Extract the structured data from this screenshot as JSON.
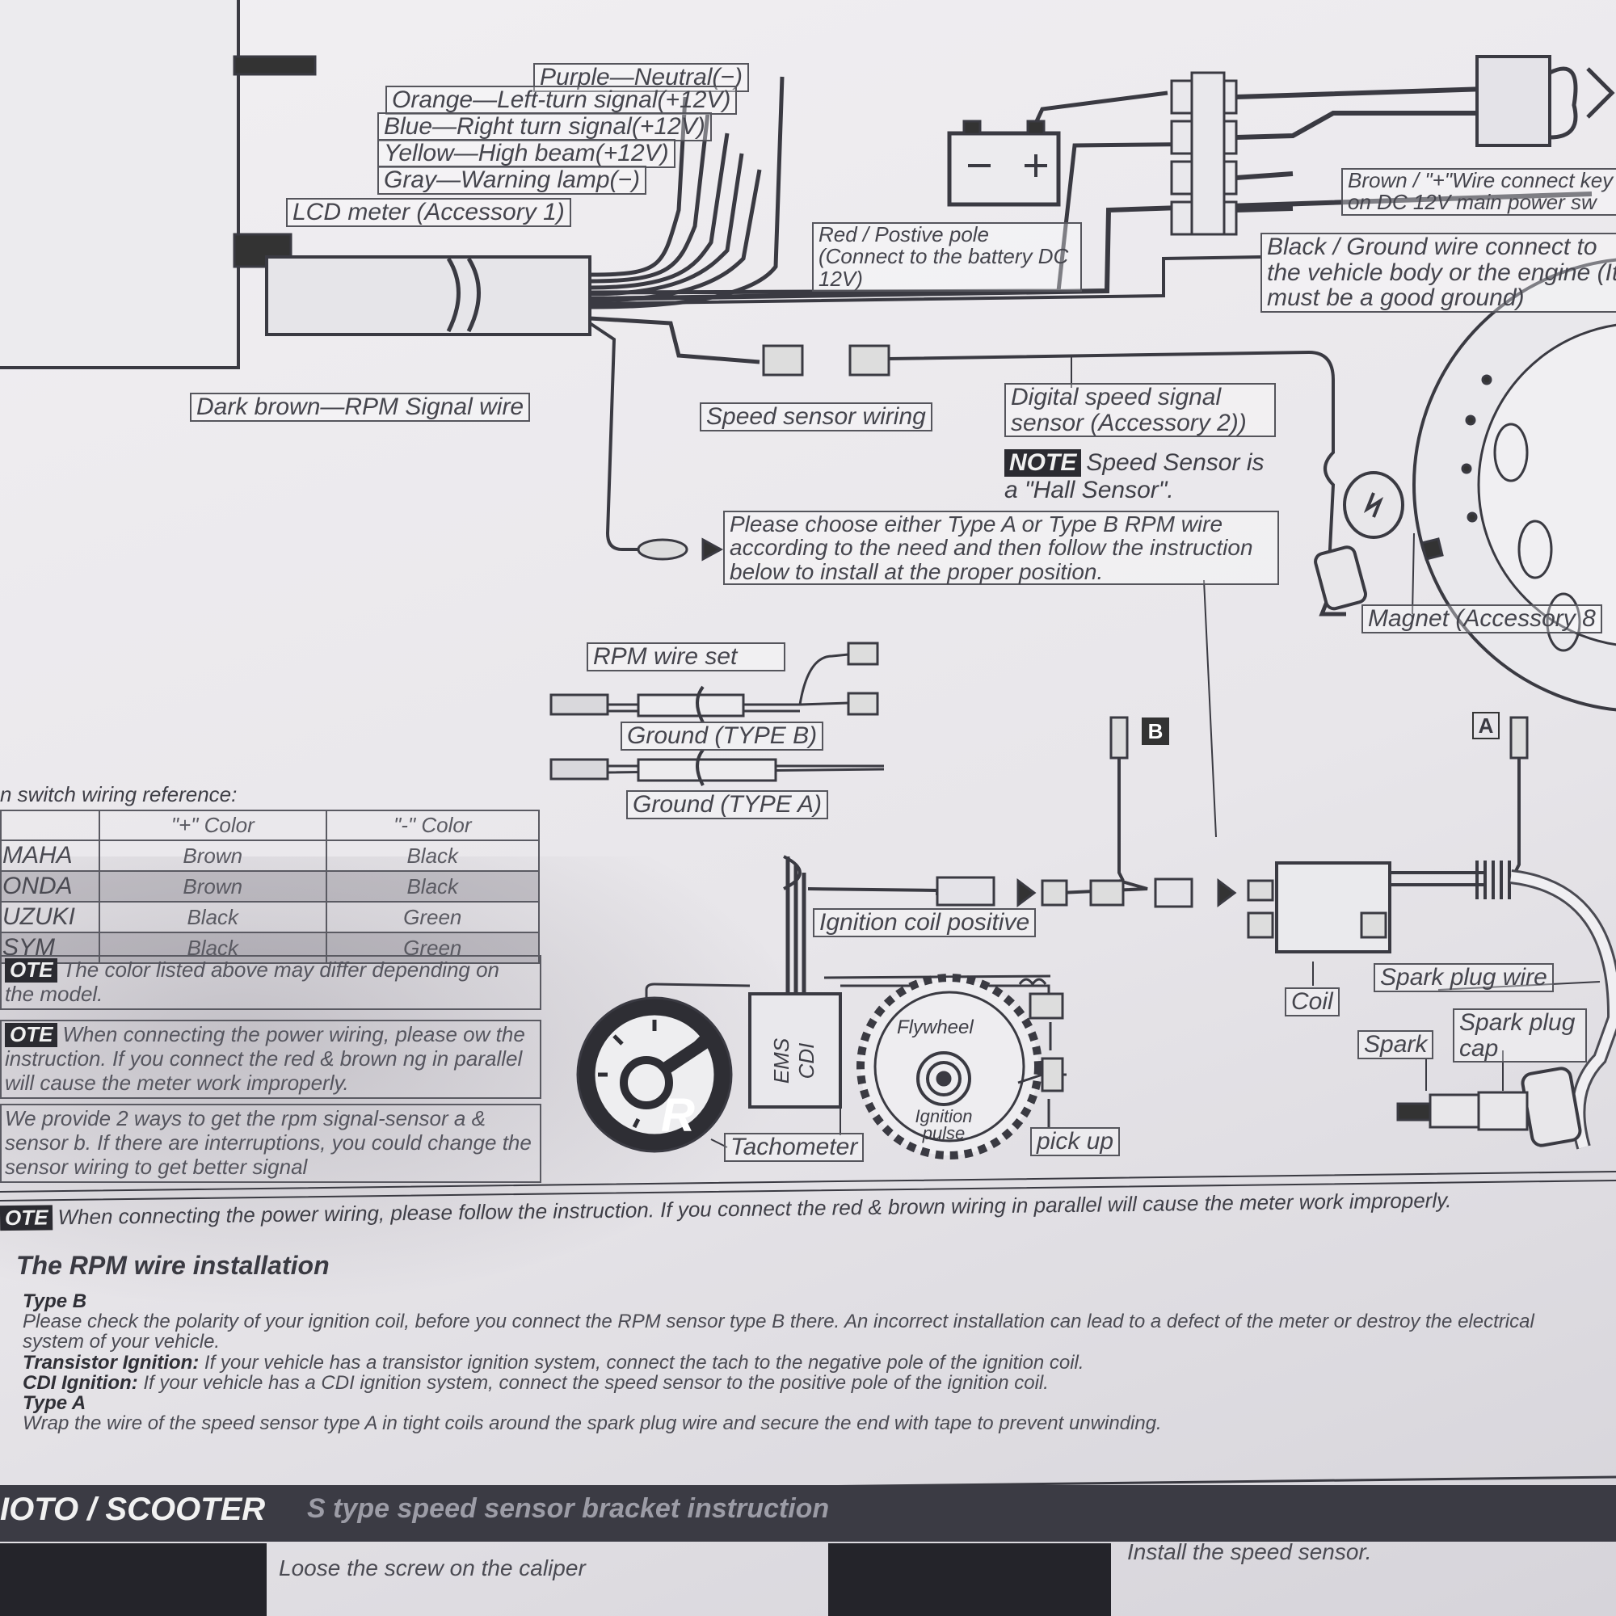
{
  "colors": {
    "ink": "#3a3a42",
    "paper": "#eceaee",
    "dark_fill": "#2b2b31"
  },
  "meter_wires": [
    {
      "label": "Purple—Neutral(−)"
    },
    {
      "label": "Orange—Left-turn signal(+12V)"
    },
    {
      "label": "Blue—Right turn signal(+12V)"
    },
    {
      "label": "Yellow—High beam(+12V)"
    },
    {
      "label": "Gray—Warning lamp(−)"
    },
    {
      "label": "LCD meter (Accessory 1)"
    }
  ],
  "labels": {
    "red_pole": "Red / Postive pole (Connect to the battery DC 12V)",
    "brown_wire": "Brown / \"+\"Wire connect key on DC 12V main power sw",
    "black_wire": "Black / Ground wire connect to the vehicle body or the engine (It must be a good ground)",
    "dark_brown": "Dark brown—RPM Signal wire",
    "speed_sensor_wiring": "Speed sensor wiring",
    "digital_speed": "Digital speed signal sensor (Accessory 2))",
    "note_tag": "NOTE",
    "hall_note": "Speed Sensor is a \"Hall Sensor\".",
    "choose_type": "Please choose either Type A or Type B RPM wire according to the need and then follow the instruction below to install at the proper position.",
    "magnet": "Magnet (Accessory 8",
    "rpm_wire_set": "RPM wire set",
    "ground_b": "Ground (TYPE B)",
    "ground_a": "Ground (TYPE A)",
    "tag_b": "B",
    "tag_a": "A",
    "ignition_coil_positive": "Ignition coil positive",
    "coil": "Coil",
    "spark_plug_wire": "Spark plug wire",
    "spark": "Spark",
    "spark_plug_cap": "Spark plug cap",
    "flywheel": "Flywheel",
    "ignition_pulse": "Ignition pulse",
    "ems_cdi": "EMS CDI",
    "tachometer": "Tachometer",
    "pick_up": "pick up",
    "gauge_letter": "R"
  },
  "reference": {
    "title": "n switch wiring reference:",
    "headers": [
      "",
      "\"+\" Color",
      "\"-\" Color"
    ],
    "rows": [
      {
        "brand": "MAHA",
        "plus": "Brown",
        "minus": "Black"
      },
      {
        "brand": "ONDA",
        "plus": "Brown",
        "minus": "Black"
      },
      {
        "brand": "UZUKI",
        "plus": "Black",
        "minus": "Green"
      },
      {
        "brand": "SYM",
        "plus": "Black",
        "minus": "Green"
      }
    ]
  },
  "notes": {
    "tag": "OTE",
    "color_note": "The color listed above may differ depending on the model.",
    "power_note": "When connecting the power wiring, please ow the instruction. If you connect the red & brown ng in parallel will cause the meter work improperly.",
    "rpm_ways": "We provide 2 ways to get the rpm signal-sensor a & sensor b. If there are interruptions, you could change the sensor wiring to get better signal",
    "full_power_note": "When connecting the power wiring, please follow the instruction. If you connect the red & brown wiring in parallel will cause the meter work improperly."
  },
  "instructions": {
    "title": "The RPM wire installation",
    "type_b_head": "Type B",
    "type_b_text": "Please check the polarity of your ignition coil, before you connect the RPM sensor type B there. An incorrect installation can lead to a defect of the meter or destroy the electrical system of your vehicle.",
    "transistor_head": "Transistor Ignition:",
    "transistor_text": "If your vehicle has a transistor ignition system, connect the tach to the negative pole of the ignition coil.",
    "cdi_head": "CDI Ignition:",
    "cdi_text": "If your vehicle has a CDI ignition system, connect the speed sensor to the positive pole of the ignition coil.",
    "type_a_head": "Type A",
    "type_a_text": "Wrap the wire of the speed sensor type A in tight coils around the spark plug wire and secure the end with tape to prevent unwinding."
  },
  "banner": {
    "left": "IOTO / SCOOTER",
    "right": "S type speed sensor bracket instruction"
  },
  "captions": {
    "loose": "Loose the screw on the caliper",
    "install": "Install the speed sensor."
  }
}
